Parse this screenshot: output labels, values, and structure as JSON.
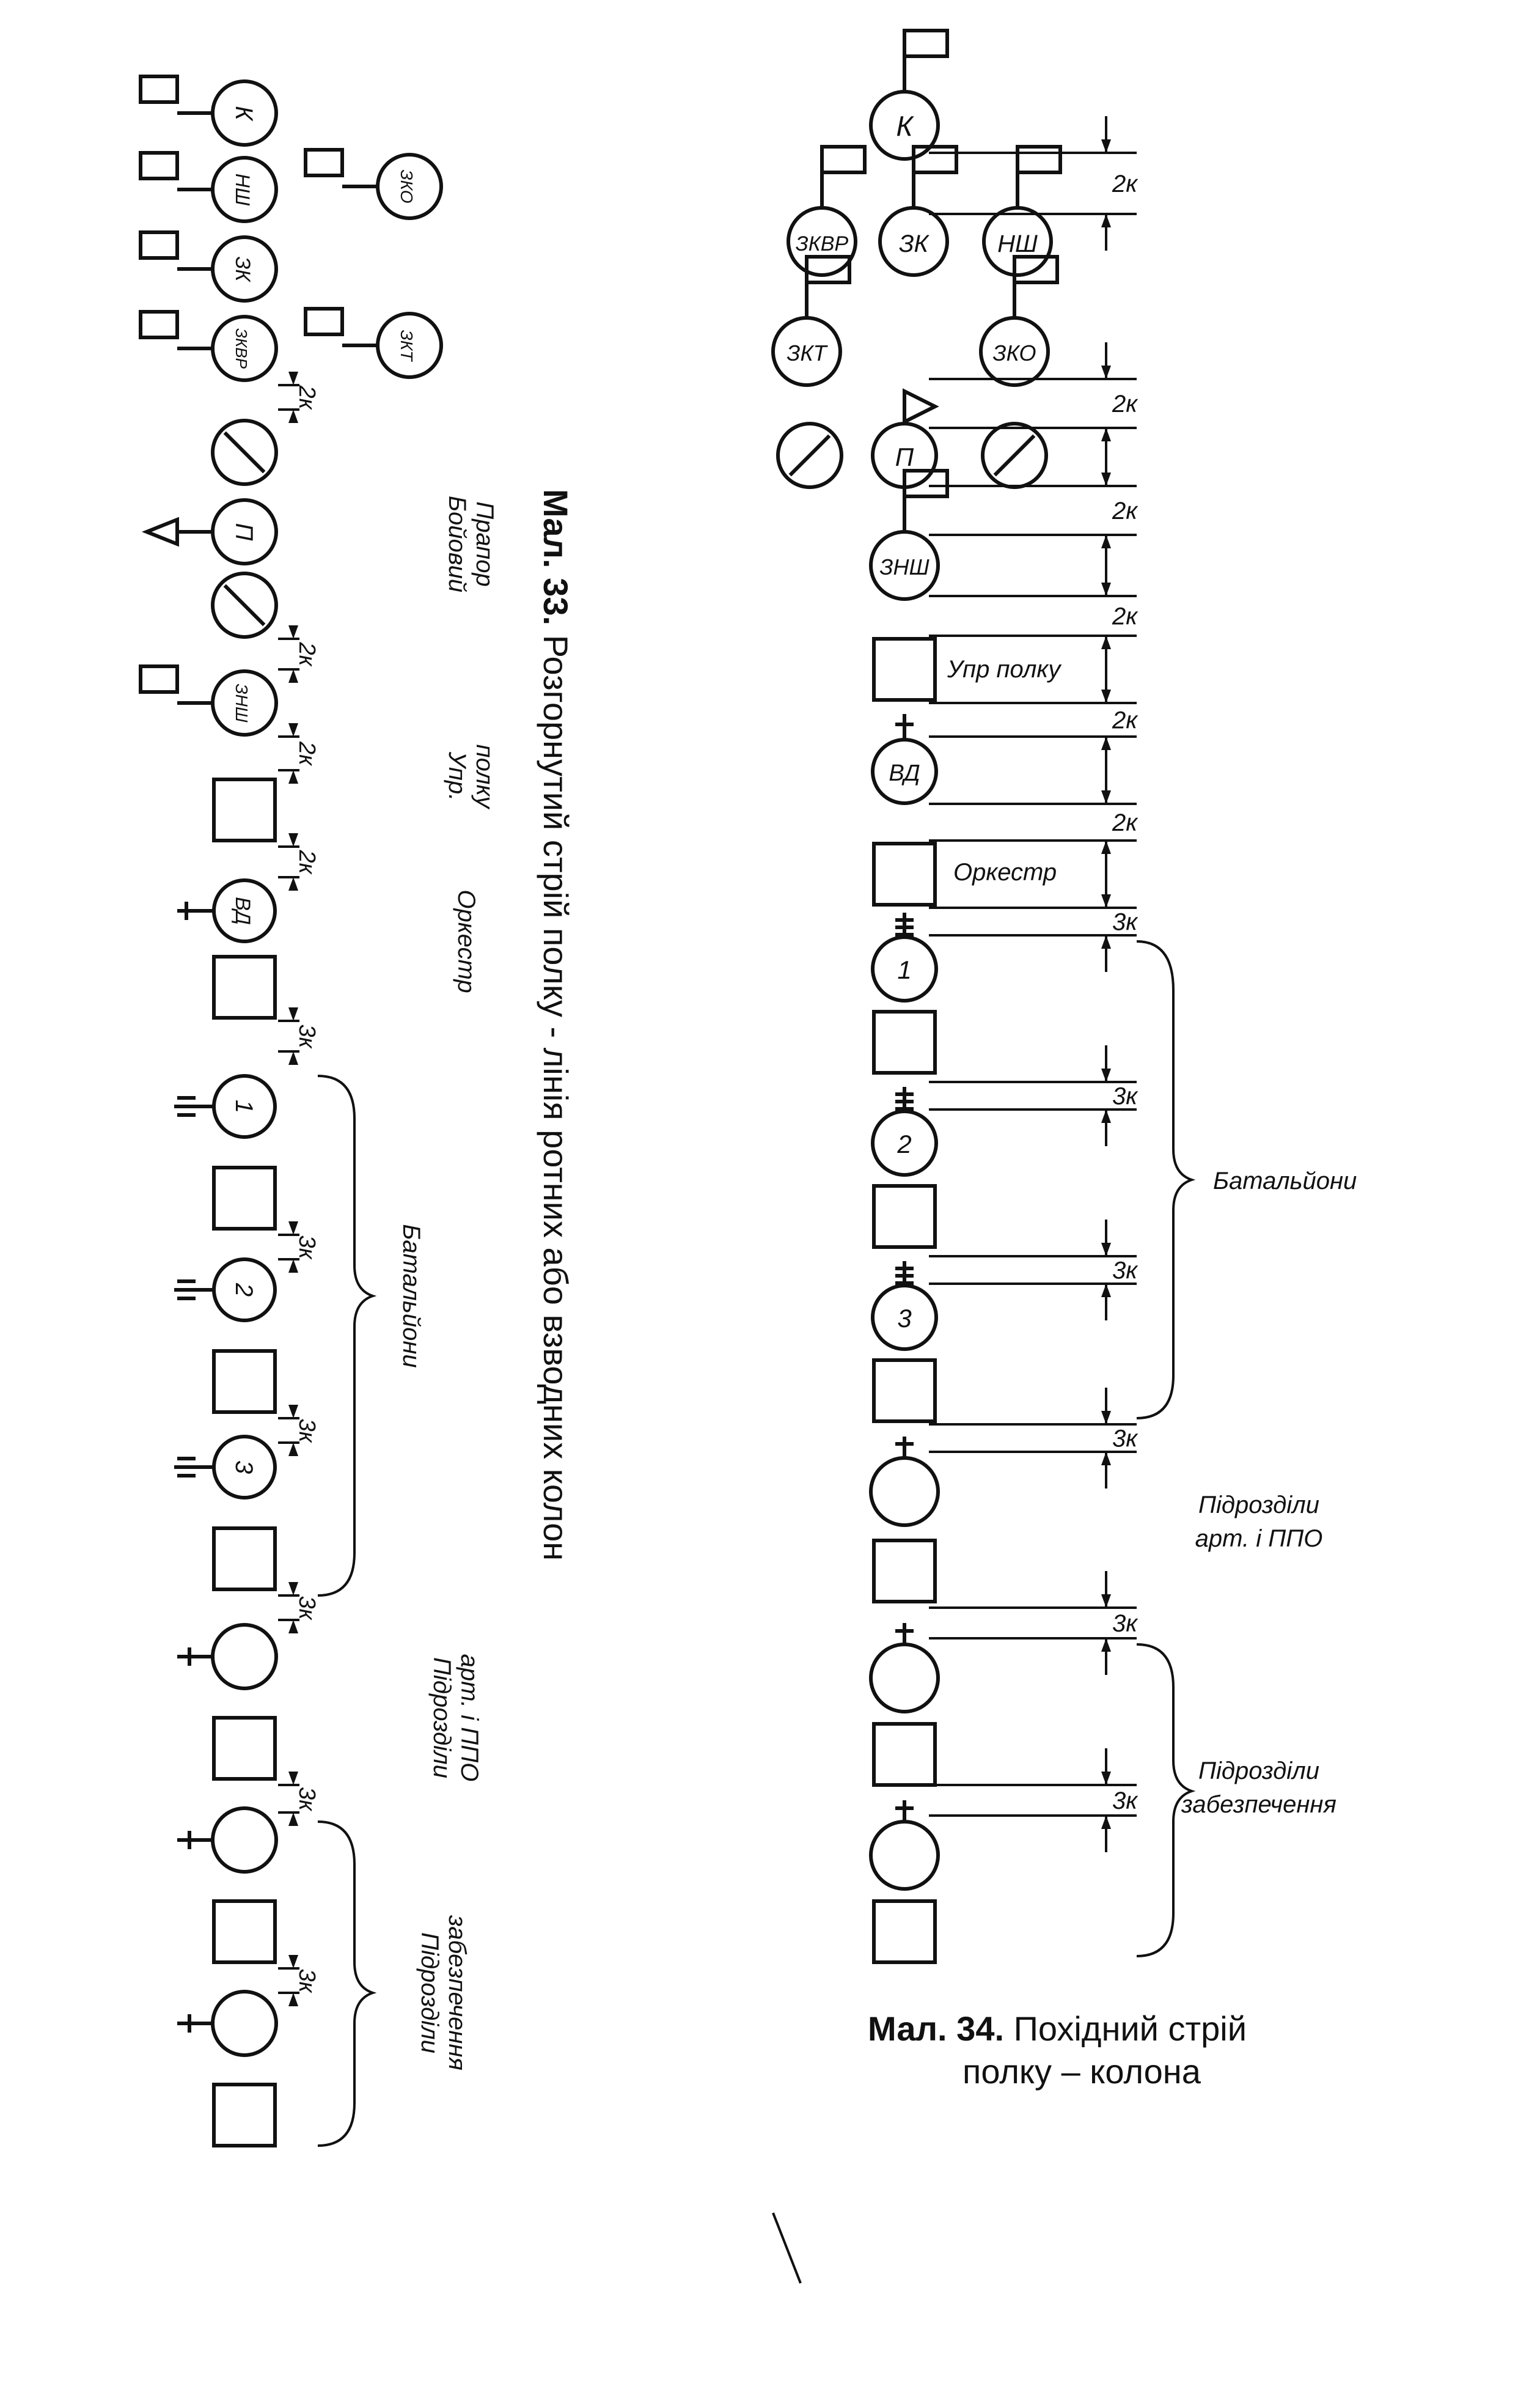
{
  "fig33": {
    "caption_number": "Мал. 33.",
    "caption_text": " Розгорнутий стрій полку - лінія ротних або взводних колон",
    "spacing_2k": "2к",
    "spacing_3k": "3к",
    "command": [
      {
        "label": "К",
        "group": "upper"
      },
      {
        "label": "НШ",
        "group": "upper"
      },
      {
        "label": "ЗК",
        "group": "upper"
      },
      {
        "label": "ЗКВР",
        "group": "upper"
      },
      {
        "label": "ЗКО",
        "group": "lower"
      },
      {
        "label": "ЗКТ",
        "group": "lower"
      }
    ],
    "flag_group": {
      "flag_label": "П",
      "caption_line1": "Бойовий",
      "caption_line2": "Прапор"
    },
    "hq_group": {
      "label": "ЗНШ",
      "caption_line1": "Упр.",
      "caption_line2": "полку"
    },
    "band_group": {
      "label": "ВД",
      "caption": "Оркестр"
    },
    "battalions": {
      "labels": [
        "1",
        "2",
        "3"
      ],
      "caption": "Батальйони"
    },
    "artillery": {
      "caption_line1": "Підрозділи",
      "caption_line2": "арт. і ППО"
    },
    "support": {
      "caption_line1": "Підрозділи",
      "caption_line2": "забезпечення"
    }
  },
  "fig34": {
    "caption_number": "Мал. 34.",
    "caption_line1_text": " Похідний стрій",
    "caption_line2": "полку – колона",
    "spacing_2k": "2к",
    "spacing_3k": "3к",
    "command": [
      "К",
      "ЗКВР",
      "ЗК",
      "НШ",
      "ЗКТ",
      "ЗКО"
    ],
    "flag_label": "П",
    "hq_label": "ЗНШ",
    "hq_caption": "Упр полку",
    "band_label": "ВД",
    "band_caption": "Оркестр",
    "battalions": {
      "labels": [
        "1",
        "2",
        "3"
      ],
      "caption": "Батальйони"
    },
    "artillery": {
      "caption_line1": "Підрозділи",
      "caption_line2": "арт. і ППО"
    },
    "support": {
      "caption_line1": "Підрозділи",
      "caption_line2": "забезпечення"
    }
  }
}
